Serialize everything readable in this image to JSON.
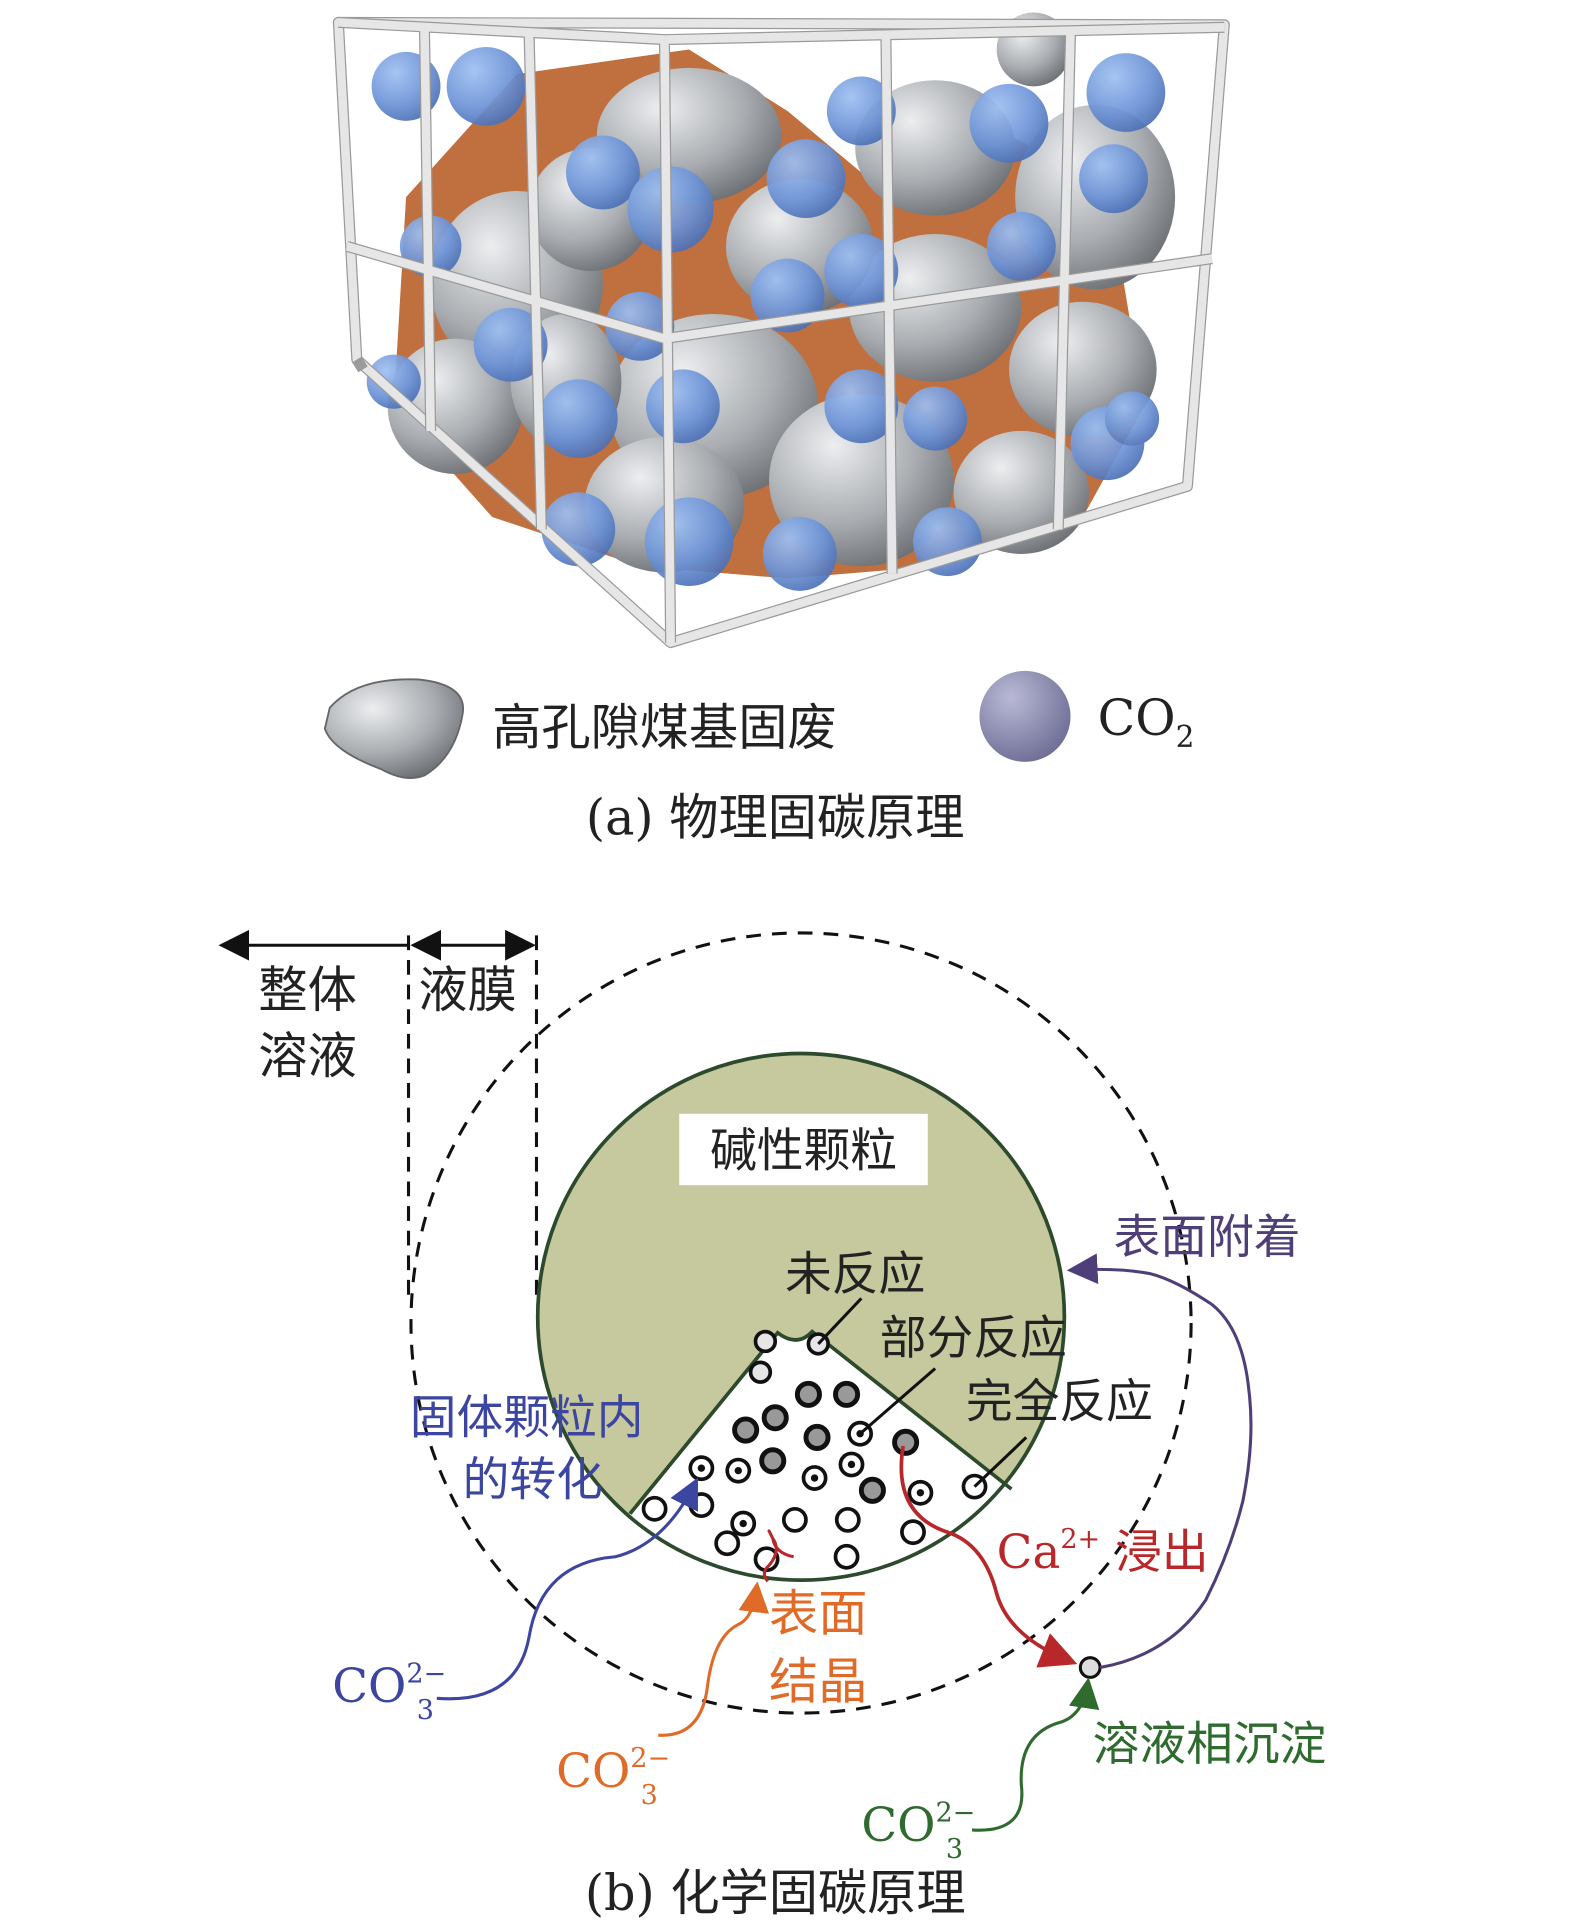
{
  "part_a": {
    "legend": {
      "solid_waste_label": "高孔隙煤基固废",
      "co2_label_main": "CO",
      "co2_label_sub": "2"
    },
    "caption": "(a) 物理固碳原理",
    "colors": {
      "gray_particle": "#a9acb0",
      "co2_blue": "#6f95d8",
      "orange_phase": "#c0703f",
      "frame": "#e8e8e8"
    }
  },
  "part_b": {
    "bulk_solution_line1": "整体",
    "bulk_solution_line2": "溶液",
    "liquid_film": "液膜",
    "alkaline_particle": "碱性颗粒",
    "unreacted": "未反应",
    "partially_reacted": "部分反应",
    "fully_reacted": "完全反应",
    "surface_attachment": "表面附着",
    "in_particle_line1": "固体颗粒内",
    "in_particle_line2": "的转化",
    "ca_leach_main": "Ca",
    "ca_leach_sup": "2+",
    "ca_leach_text": " 浸出",
    "surface_cryst_line1": "表面",
    "surface_cryst_line2": "结晶",
    "solution_precip": "溶液相沉淀",
    "carbonate_main": "CO",
    "carbonate_sub": "3",
    "carbonate_sup": "2−",
    "caption": "(b) 化学固碳原理",
    "colors": {
      "particle_fill": "#c6c99d",
      "blue": "#3c45a0",
      "orange": "#e06a28",
      "red": "#b8282a",
      "green": "#2f6a2f",
      "purple": "#4e3f78"
    }
  }
}
